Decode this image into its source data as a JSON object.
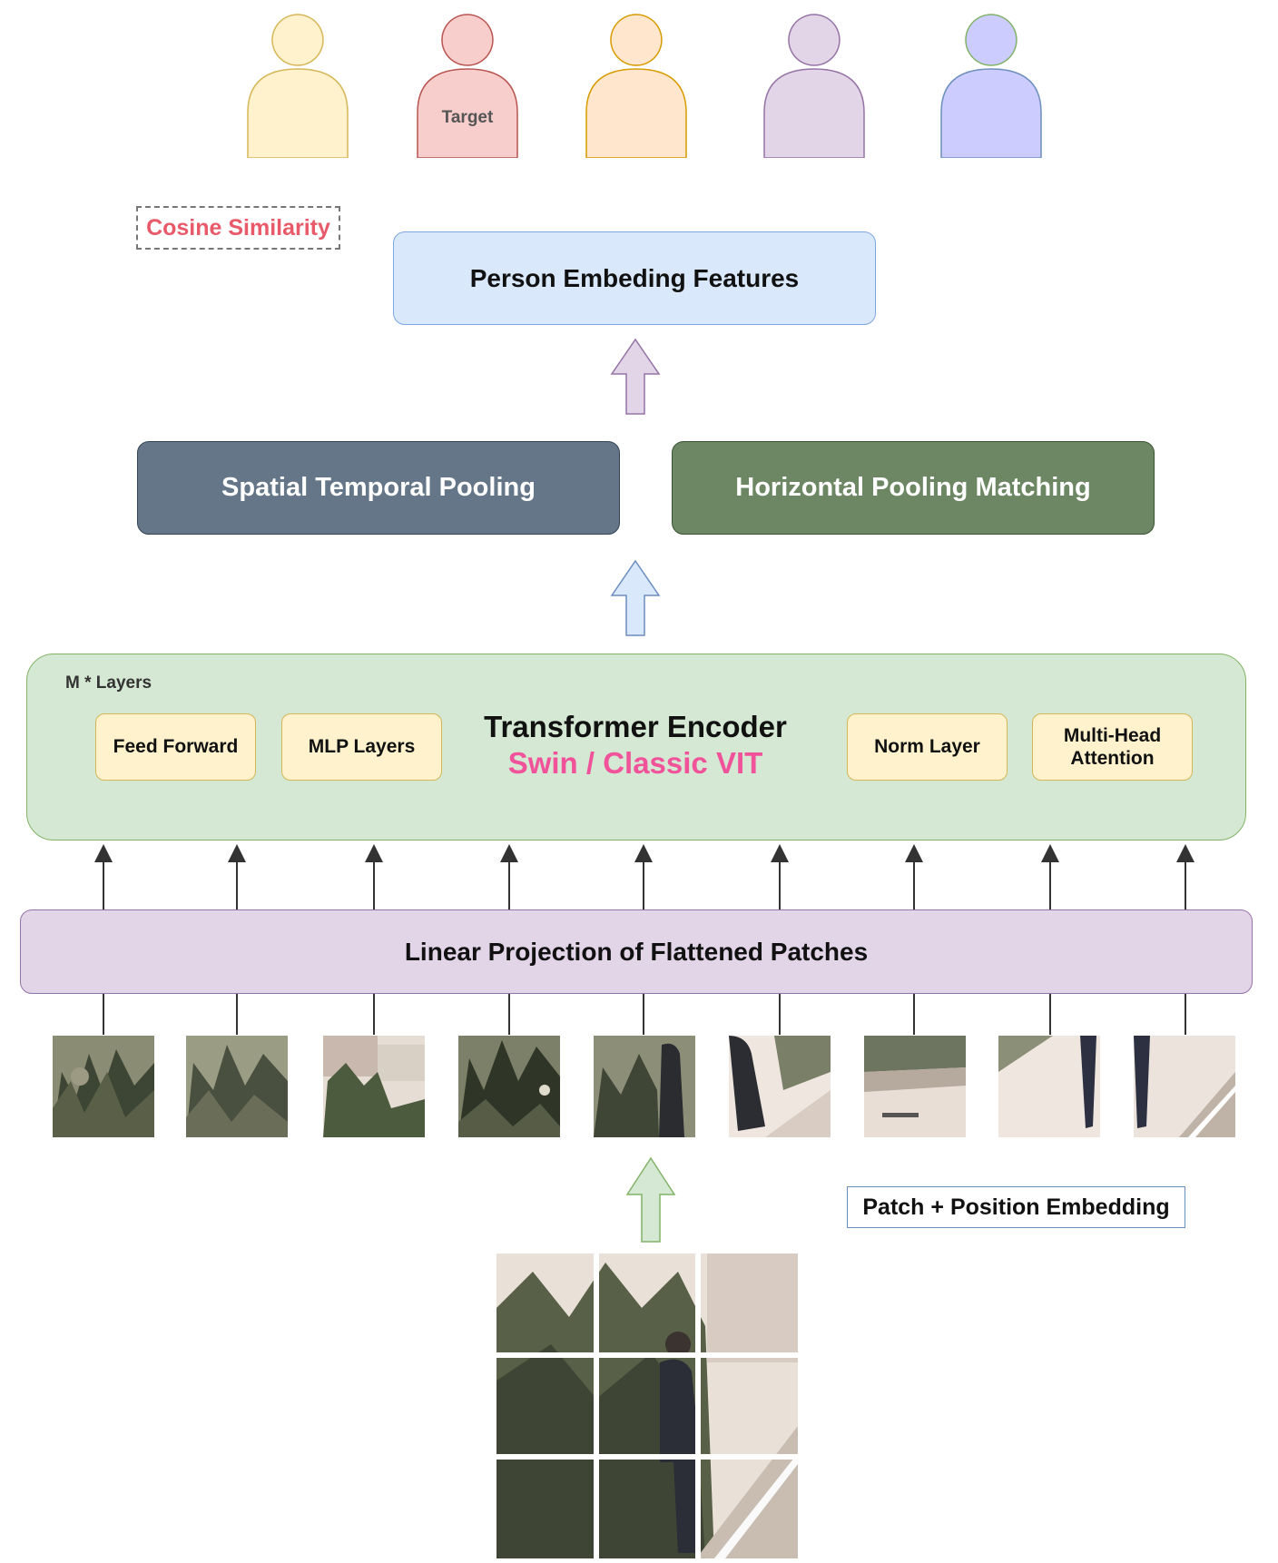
{
  "people": {
    "items": [
      {
        "label": "",
        "fill": "#fff2cc",
        "stroke": "#d6b656"
      },
      {
        "label": "Target",
        "fill": "#f8cecc",
        "stroke": "#b85450"
      },
      {
        "label": "",
        "fill": "#ffe6cc",
        "stroke": "#d79b00"
      },
      {
        "label": "",
        "fill": "#e1d5e7",
        "stroke": "#9673a6"
      },
      {
        "label": "",
        "fill": "#ccccff",
        "stroke": "#82b366"
      }
    ]
  },
  "cosine_similarity": "Cosine Similarity",
  "person_embedding": "Person Embeding Features",
  "pooling": {
    "spatial": "Spatial Temporal Pooling",
    "horizontal": "Horizontal Pooling Matching"
  },
  "encoder": {
    "layers_label": "M * Layers",
    "title": "Transformer Encoder",
    "subtitle": "Swin / Classic VIT",
    "blocks": {
      "feed_forward": "Feed Forward",
      "mlp": "MLP Layers",
      "norm": "Norm Layer",
      "mha": "Multi-Head Attention"
    }
  },
  "linear_projection": "Linear Projection of Flattened Patches",
  "patch_position": "Patch + Position Embedding",
  "colors": {
    "arrow_purple": "#e1d5e7",
    "arrow_blue": "#dae8fc",
    "arrow_green": "#d5e8d4"
  }
}
